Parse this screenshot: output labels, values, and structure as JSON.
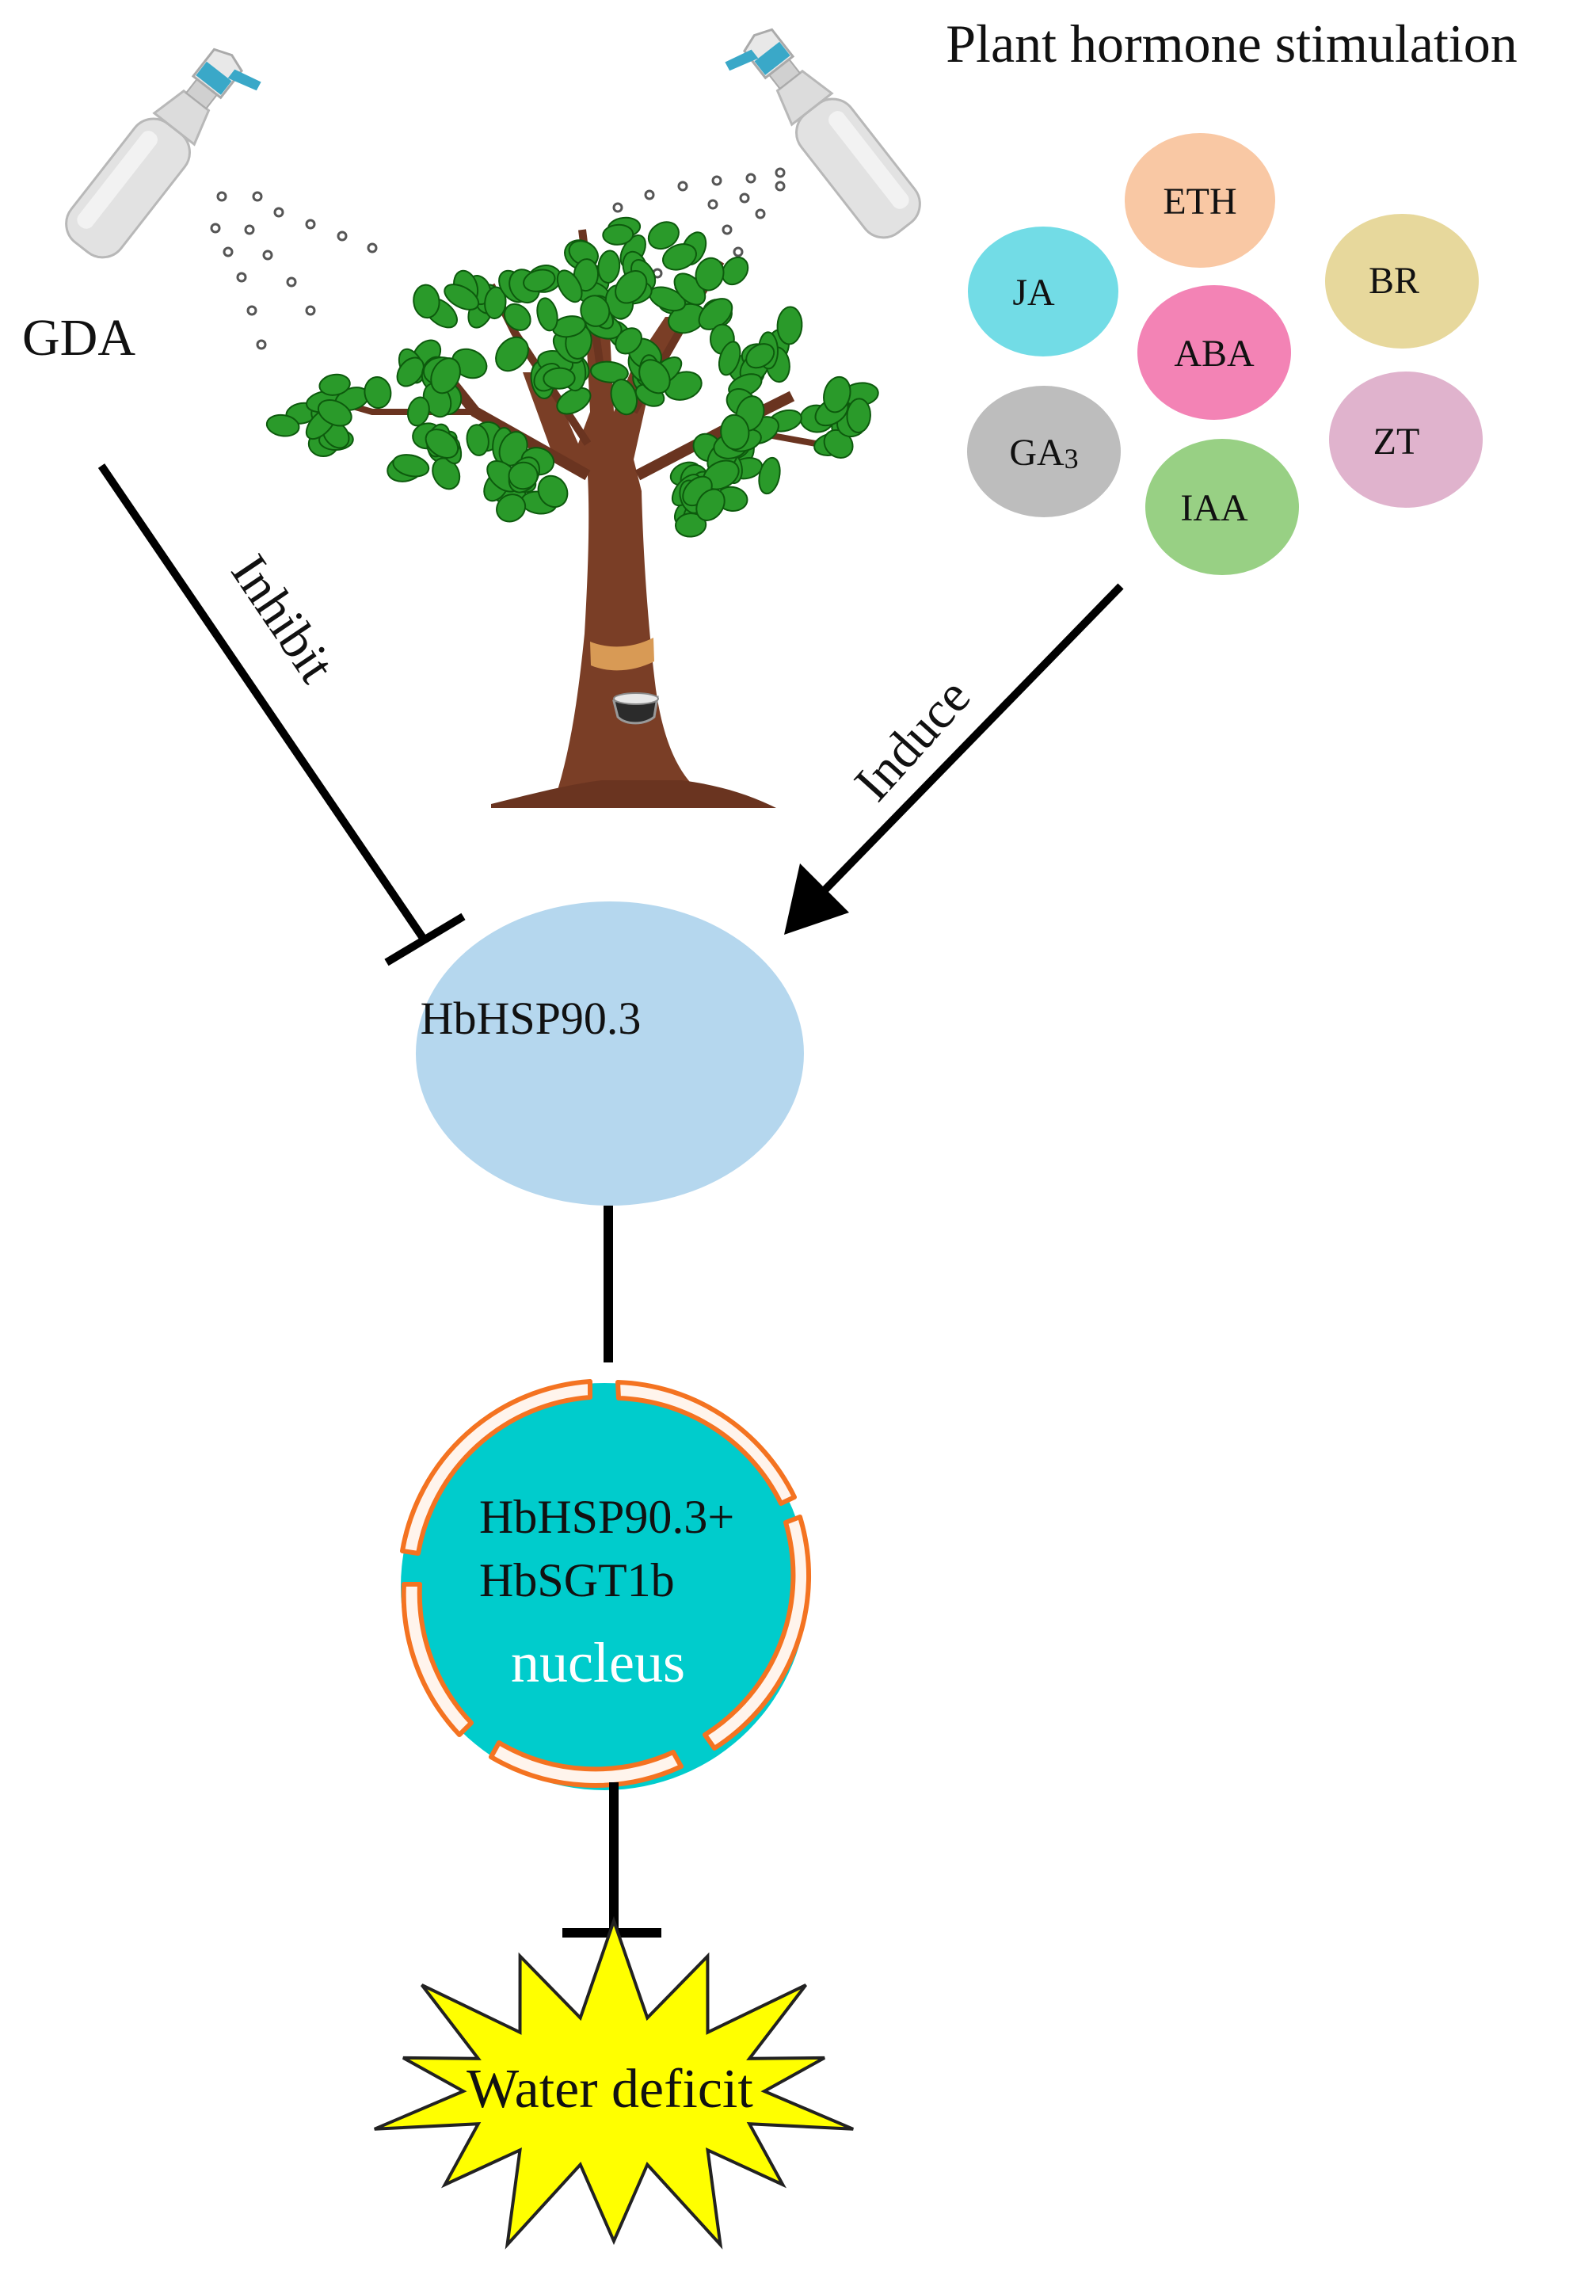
{
  "title": "Plant hormone stimulation",
  "gda_label": "GDA",
  "inhibit_label": "Inhibit",
  "induce_label": "Induce",
  "hormones": [
    {
      "label": "ETH",
      "color": "#f9c8a4"
    },
    {
      "label": "JA",
      "color": "#72dce6"
    },
    {
      "label": "BR",
      "color": "#e7d89c"
    },
    {
      "label": "ABA",
      "color": "#f383b5"
    },
    {
      "label": "GA",
      "subscript": "3",
      "color": "#bdbdbd"
    },
    {
      "label": "ZT",
      "color": "#e0b3cd"
    },
    {
      "label": "IAA",
      "color": "#98d084"
    }
  ],
  "hsp_node": {
    "label": "HbHSP90.3",
    "color": "#b5d7ee"
  },
  "nucleus": {
    "line1": "HbHSP90.3+",
    "line2": "HbSGT1b",
    "label": "nucleus",
    "fill_color": "#00cccc",
    "membrane_color": "#f47321"
  },
  "water_deficit": {
    "label": "Water deficit",
    "color": "#ffff00"
  }
}
